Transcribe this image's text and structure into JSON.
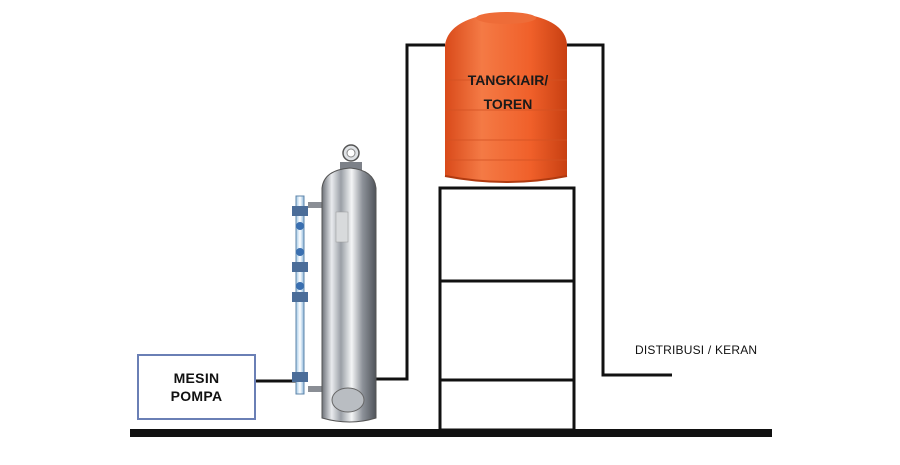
{
  "diagram": {
    "pump": {
      "line1": "MESIN",
      "line2": "POMPA"
    },
    "tank": {
      "line1": "TANGKIAIR/",
      "line2": "TOREN",
      "color": "#f0602a"
    },
    "distribution": {
      "label": "DISTRIBUSI / KERAN"
    },
    "filter_tank": {
      "color": "#c9ccd0"
    },
    "pipe_color": "#111111"
  }
}
